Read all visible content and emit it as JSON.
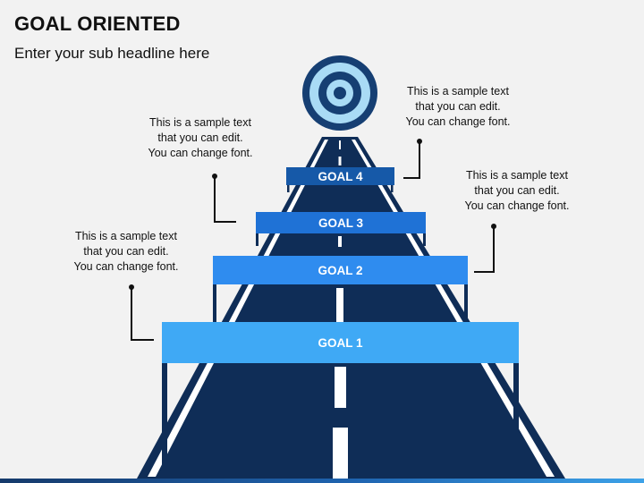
{
  "header": {
    "title": "GOAL ORIENTED",
    "subtitle": "Enter your sub headline here"
  },
  "goals": [
    {
      "label": "GOAL 1",
      "color": "#3fa9f5"
    },
    {
      "label": "GOAL 2",
      "color": "#2f8cef"
    },
    {
      "label": "GOAL 3",
      "color": "#1f72d6"
    },
    {
      "label": "GOAL 4",
      "color": "#1659a8"
    }
  ],
  "notes": [
    {
      "lines": [
        "This is a sample text",
        "that you can edit.",
        "You can change font."
      ]
    },
    {
      "lines": [
        "This is a sample text",
        "that you can edit.",
        "You can change font."
      ]
    },
    {
      "lines": [
        "This is a sample text",
        "that you can edit.",
        "You can change font."
      ]
    },
    {
      "lines": [
        "This is a sample text",
        "that you can edit.",
        "You can change font."
      ]
    }
  ],
  "colors": {
    "road": "#0f2d57",
    "lane_marking": "#ffffff",
    "target_outer": "#163f73",
    "target_light": "#a9dbf5"
  },
  "icons": {
    "goal_target": "bullseye-icon"
  }
}
